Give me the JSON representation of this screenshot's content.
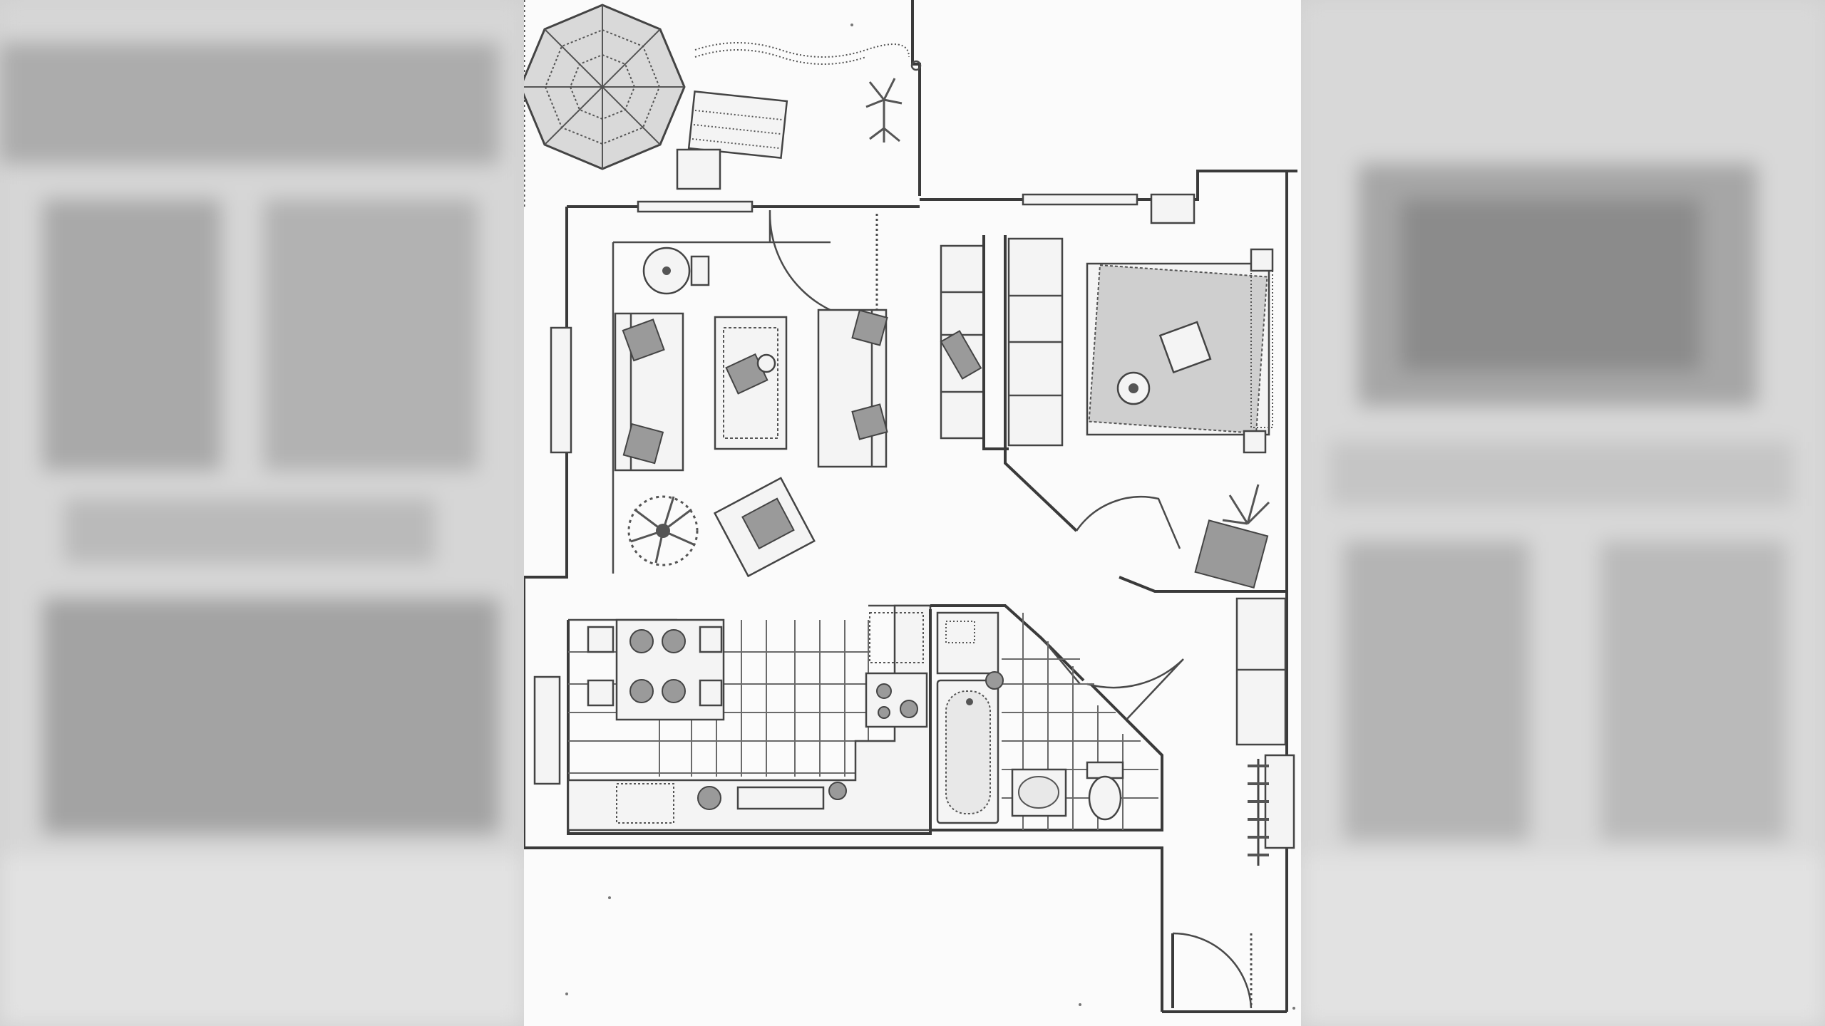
{
  "image": {
    "kind": "scanned-floor-plan",
    "background_color": "#c9c9c9",
    "sheet_color": "#fbfbfb",
    "line_color": "#3a3a3a"
  },
  "rooms": [
    {
      "id": "terrace",
      "icon": "parasol-icon"
    },
    {
      "id": "living-room",
      "icon": "sofa-icon"
    },
    {
      "id": "bedroom",
      "icon": "bed-icon"
    },
    {
      "id": "kitchen-dining",
      "icon": "dining-table-icon"
    },
    {
      "id": "bathroom",
      "icon": "bathtub-icon"
    },
    {
      "id": "entrance-hall",
      "icon": "door-icon"
    }
  ]
}
